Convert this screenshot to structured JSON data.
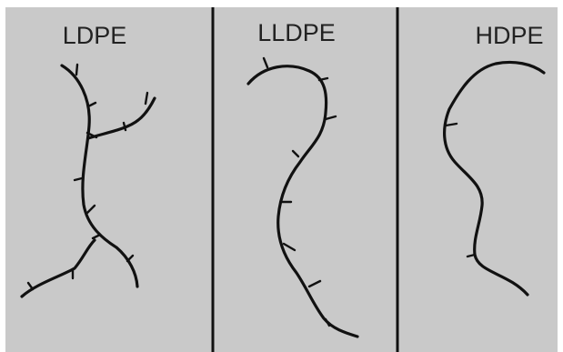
{
  "figure": {
    "background_color": "#c9c9c9",
    "line_color": "#111111",
    "panels": [
      {
        "id": "ldpe",
        "title": "LDPE"
      },
      {
        "id": "lldpe",
        "title": "LLDPE"
      },
      {
        "id": "hdpe",
        "title": "HDPE"
      }
    ]
  }
}
